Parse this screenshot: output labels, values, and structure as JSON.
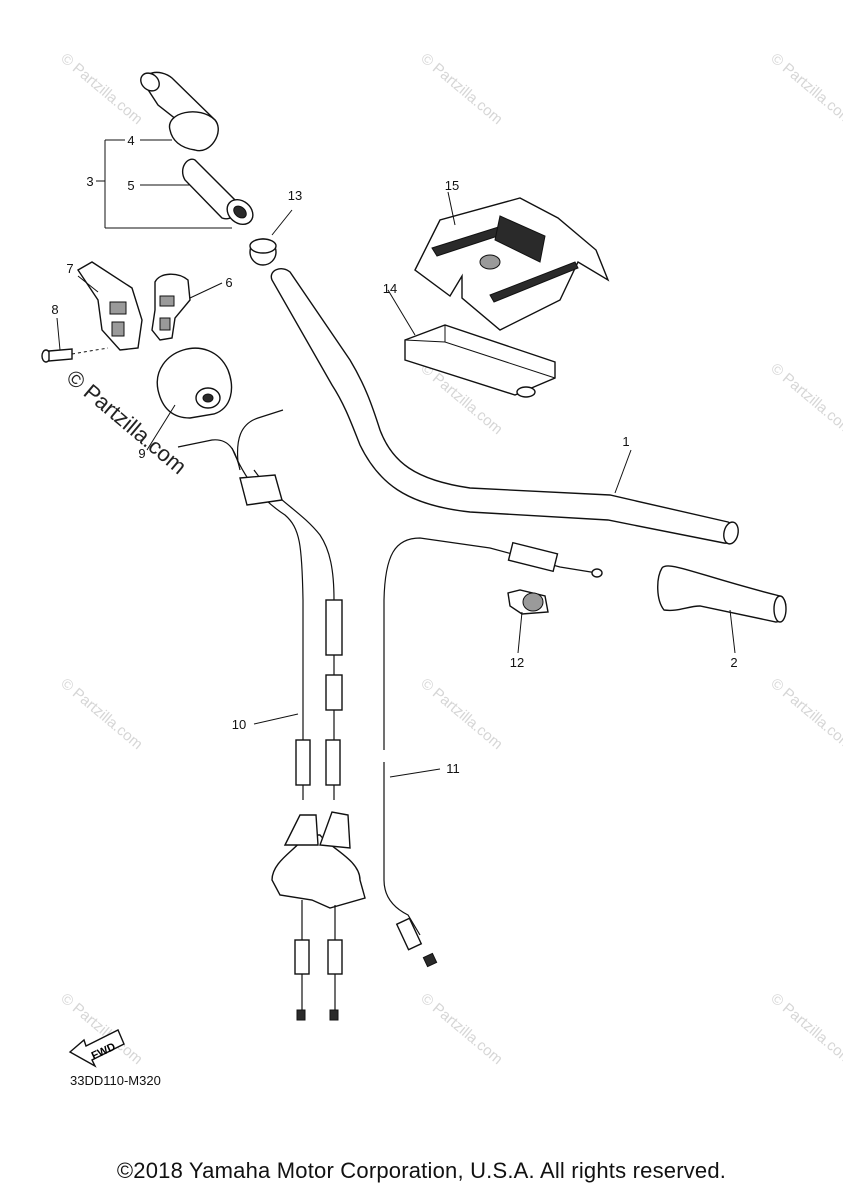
{
  "callouts": [
    "1",
    "2",
    "3",
    "4",
    "5",
    "6",
    "7",
    "8",
    "9",
    "10",
    "11",
    "12",
    "13",
    "14",
    "15"
  ],
  "watermark": {
    "text": "© Partzilla.com",
    "prominent_text": "© Partzilla.com"
  },
  "badge": {
    "label": "FWD"
  },
  "diagram_code": "33DD110-M320",
  "copyright": "©2018 Yamaha Motor Corporation, U.S.A. All rights reserved.",
  "colors": {
    "line": "#111111",
    "background": "#ffffff",
    "watermark": "#d6d6d6"
  }
}
